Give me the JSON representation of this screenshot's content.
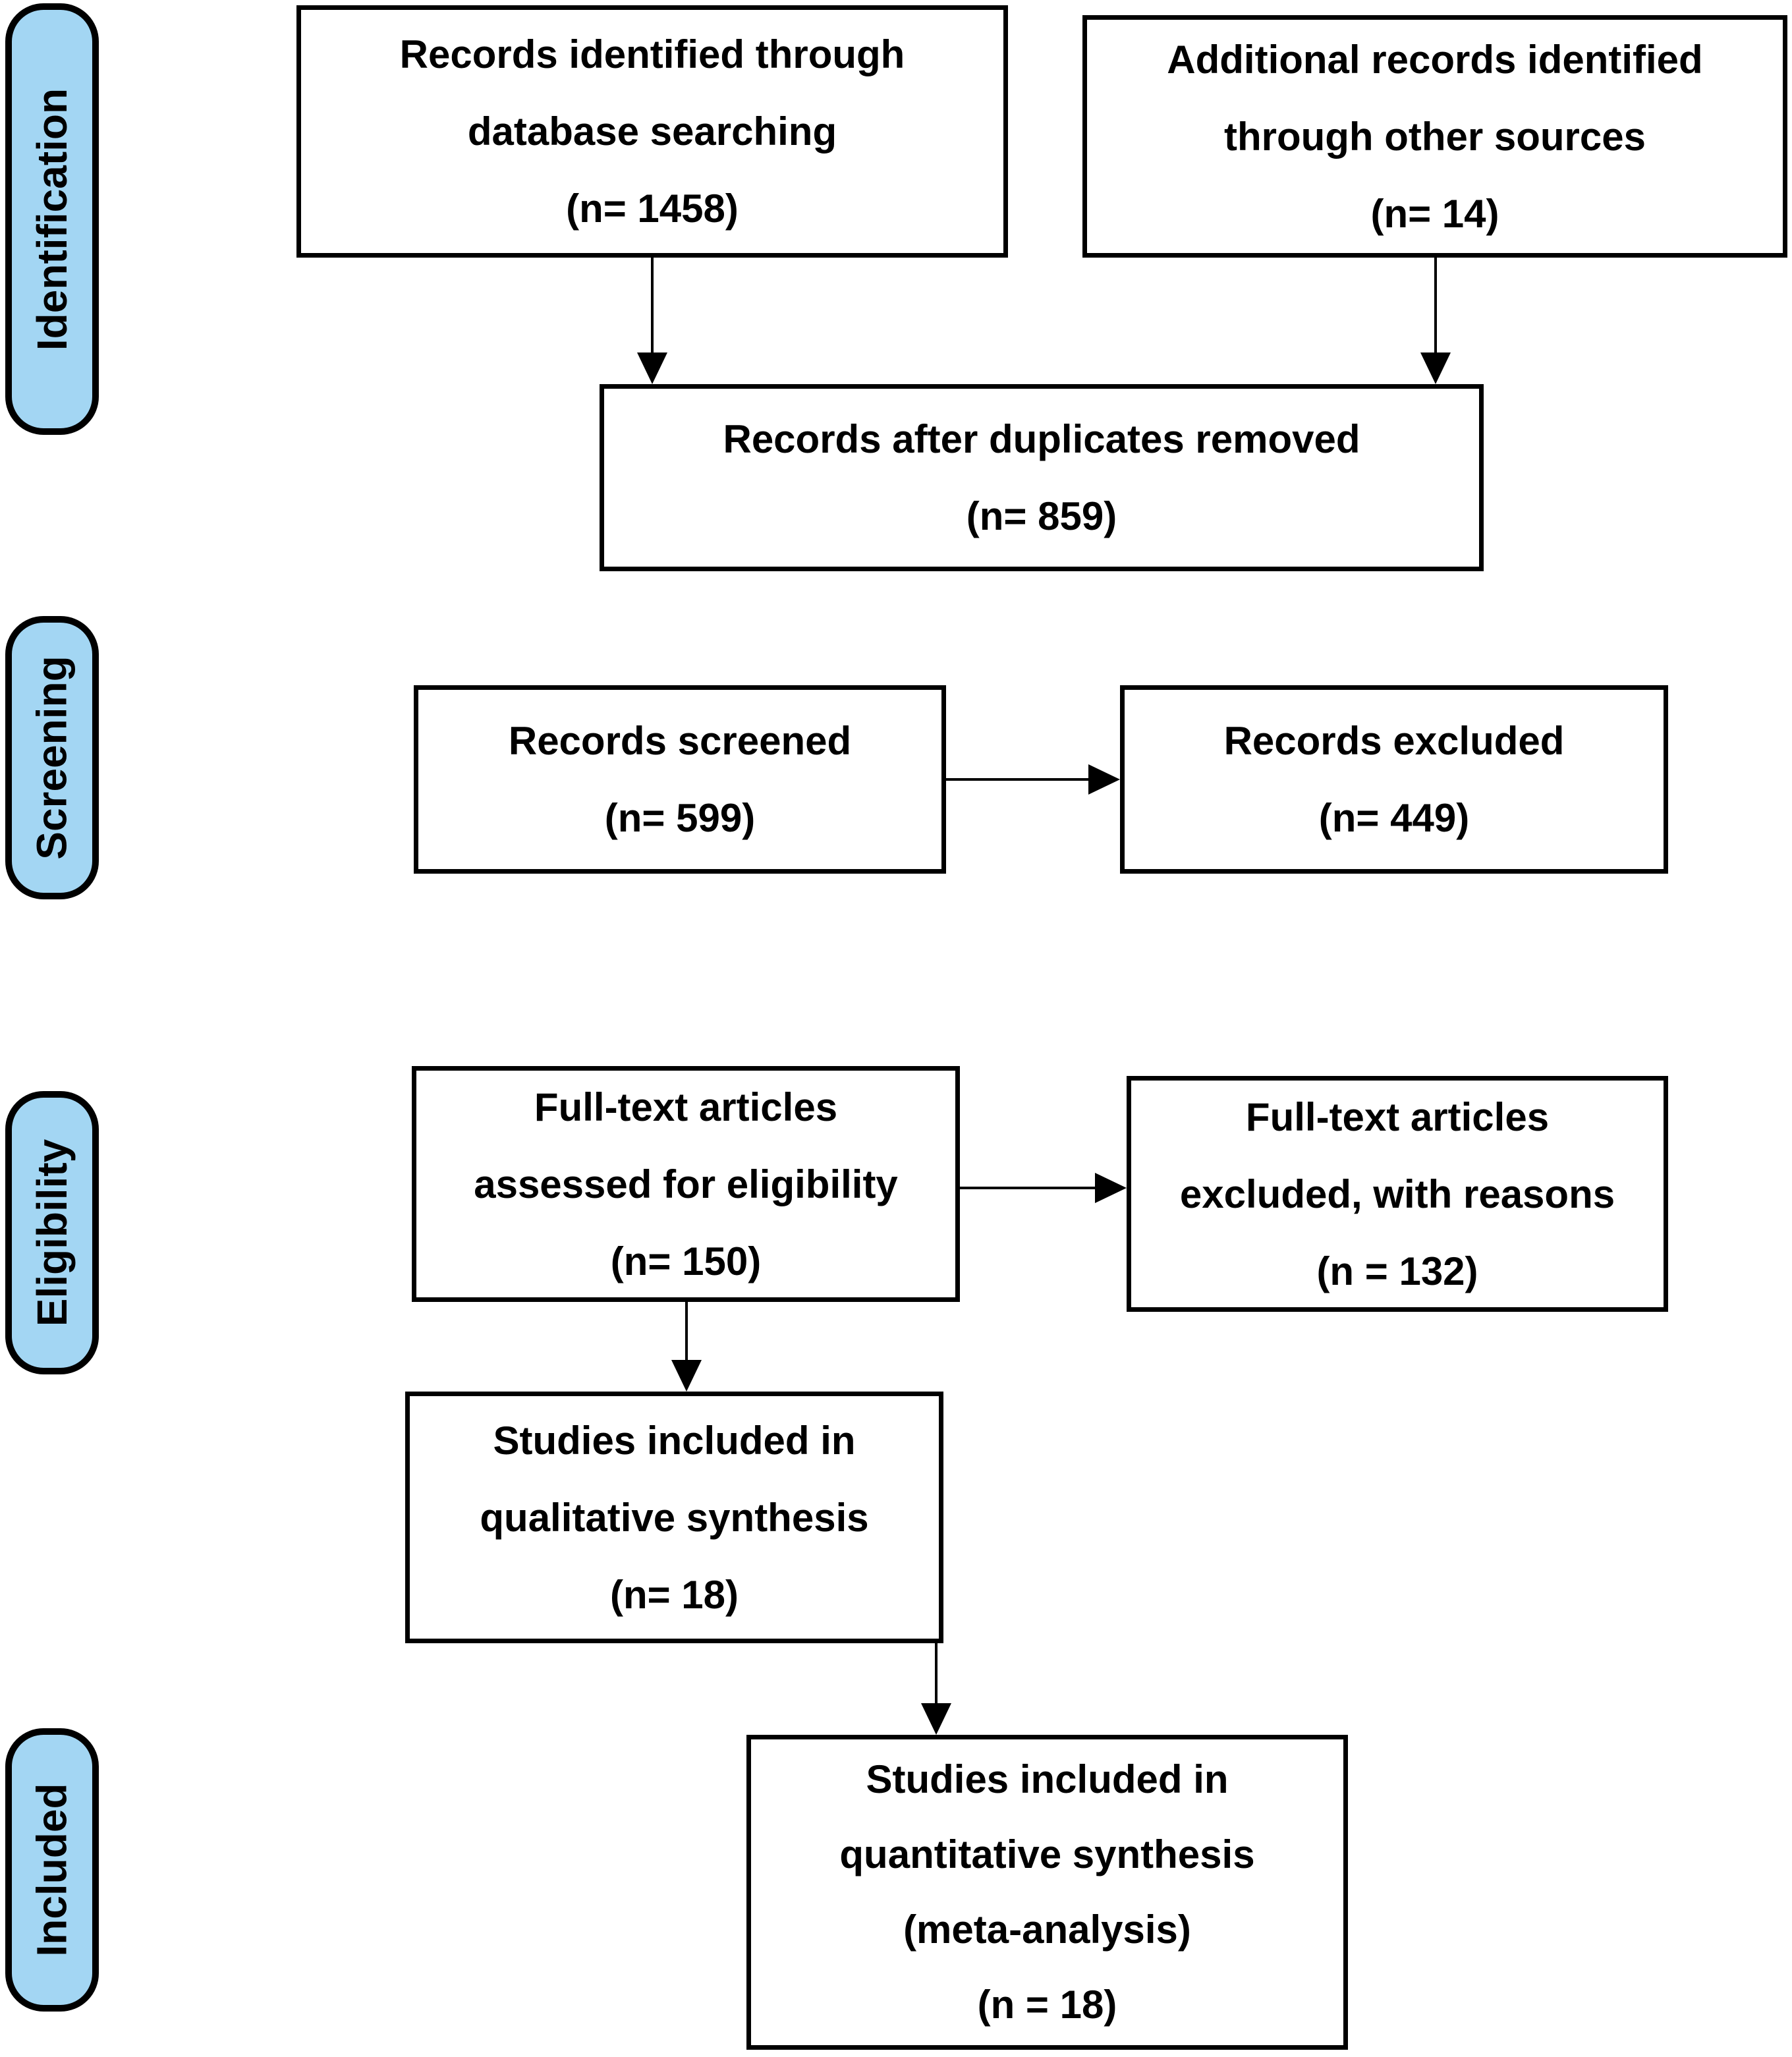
{
  "title": "PRISMA flow diagram",
  "colors": {
    "stage_fill": "#A3D6F3",
    "line": "#000000",
    "box_fill": "#FFFFFF",
    "background": "#FFFFFF"
  },
  "stages": [
    "Identification",
    "Screening",
    "Eligibility",
    "Included"
  ],
  "boxes": {
    "identified": {
      "lines": [
        "Records identified through",
        "database searching",
        "(n= 1458)"
      ]
    },
    "additional": {
      "lines": [
        "Additional records identified",
        "through other sources",
        "(n= 14)"
      ]
    },
    "duplicates_removed": {
      "lines": [
        "Records after duplicates removed",
        "(n= 859)"
      ]
    },
    "screened": {
      "lines": [
        "Records screened",
        "(n= 599)"
      ]
    },
    "excluded": {
      "lines": [
        "Records excluded",
        "(n= 449)"
      ]
    },
    "fulltext_assessed": {
      "lines": [
        "Full-text articles",
        "assessed for eligibility",
        "(n= 150)"
      ]
    },
    "fulltext_excluded": {
      "lines": [
        "Full-text articles",
        "excluded, with reasons",
        "(n = 132)"
      ]
    },
    "qualitative_included": {
      "lines": [
        "Studies included in",
        "qualitative synthesis",
        "(n= 18)"
      ]
    },
    "quantitative_included": {
      "lines": [
        "Studies included in",
        "quantitative synthesis",
        "(meta-analysis)",
        "(n = 18)"
      ]
    }
  }
}
